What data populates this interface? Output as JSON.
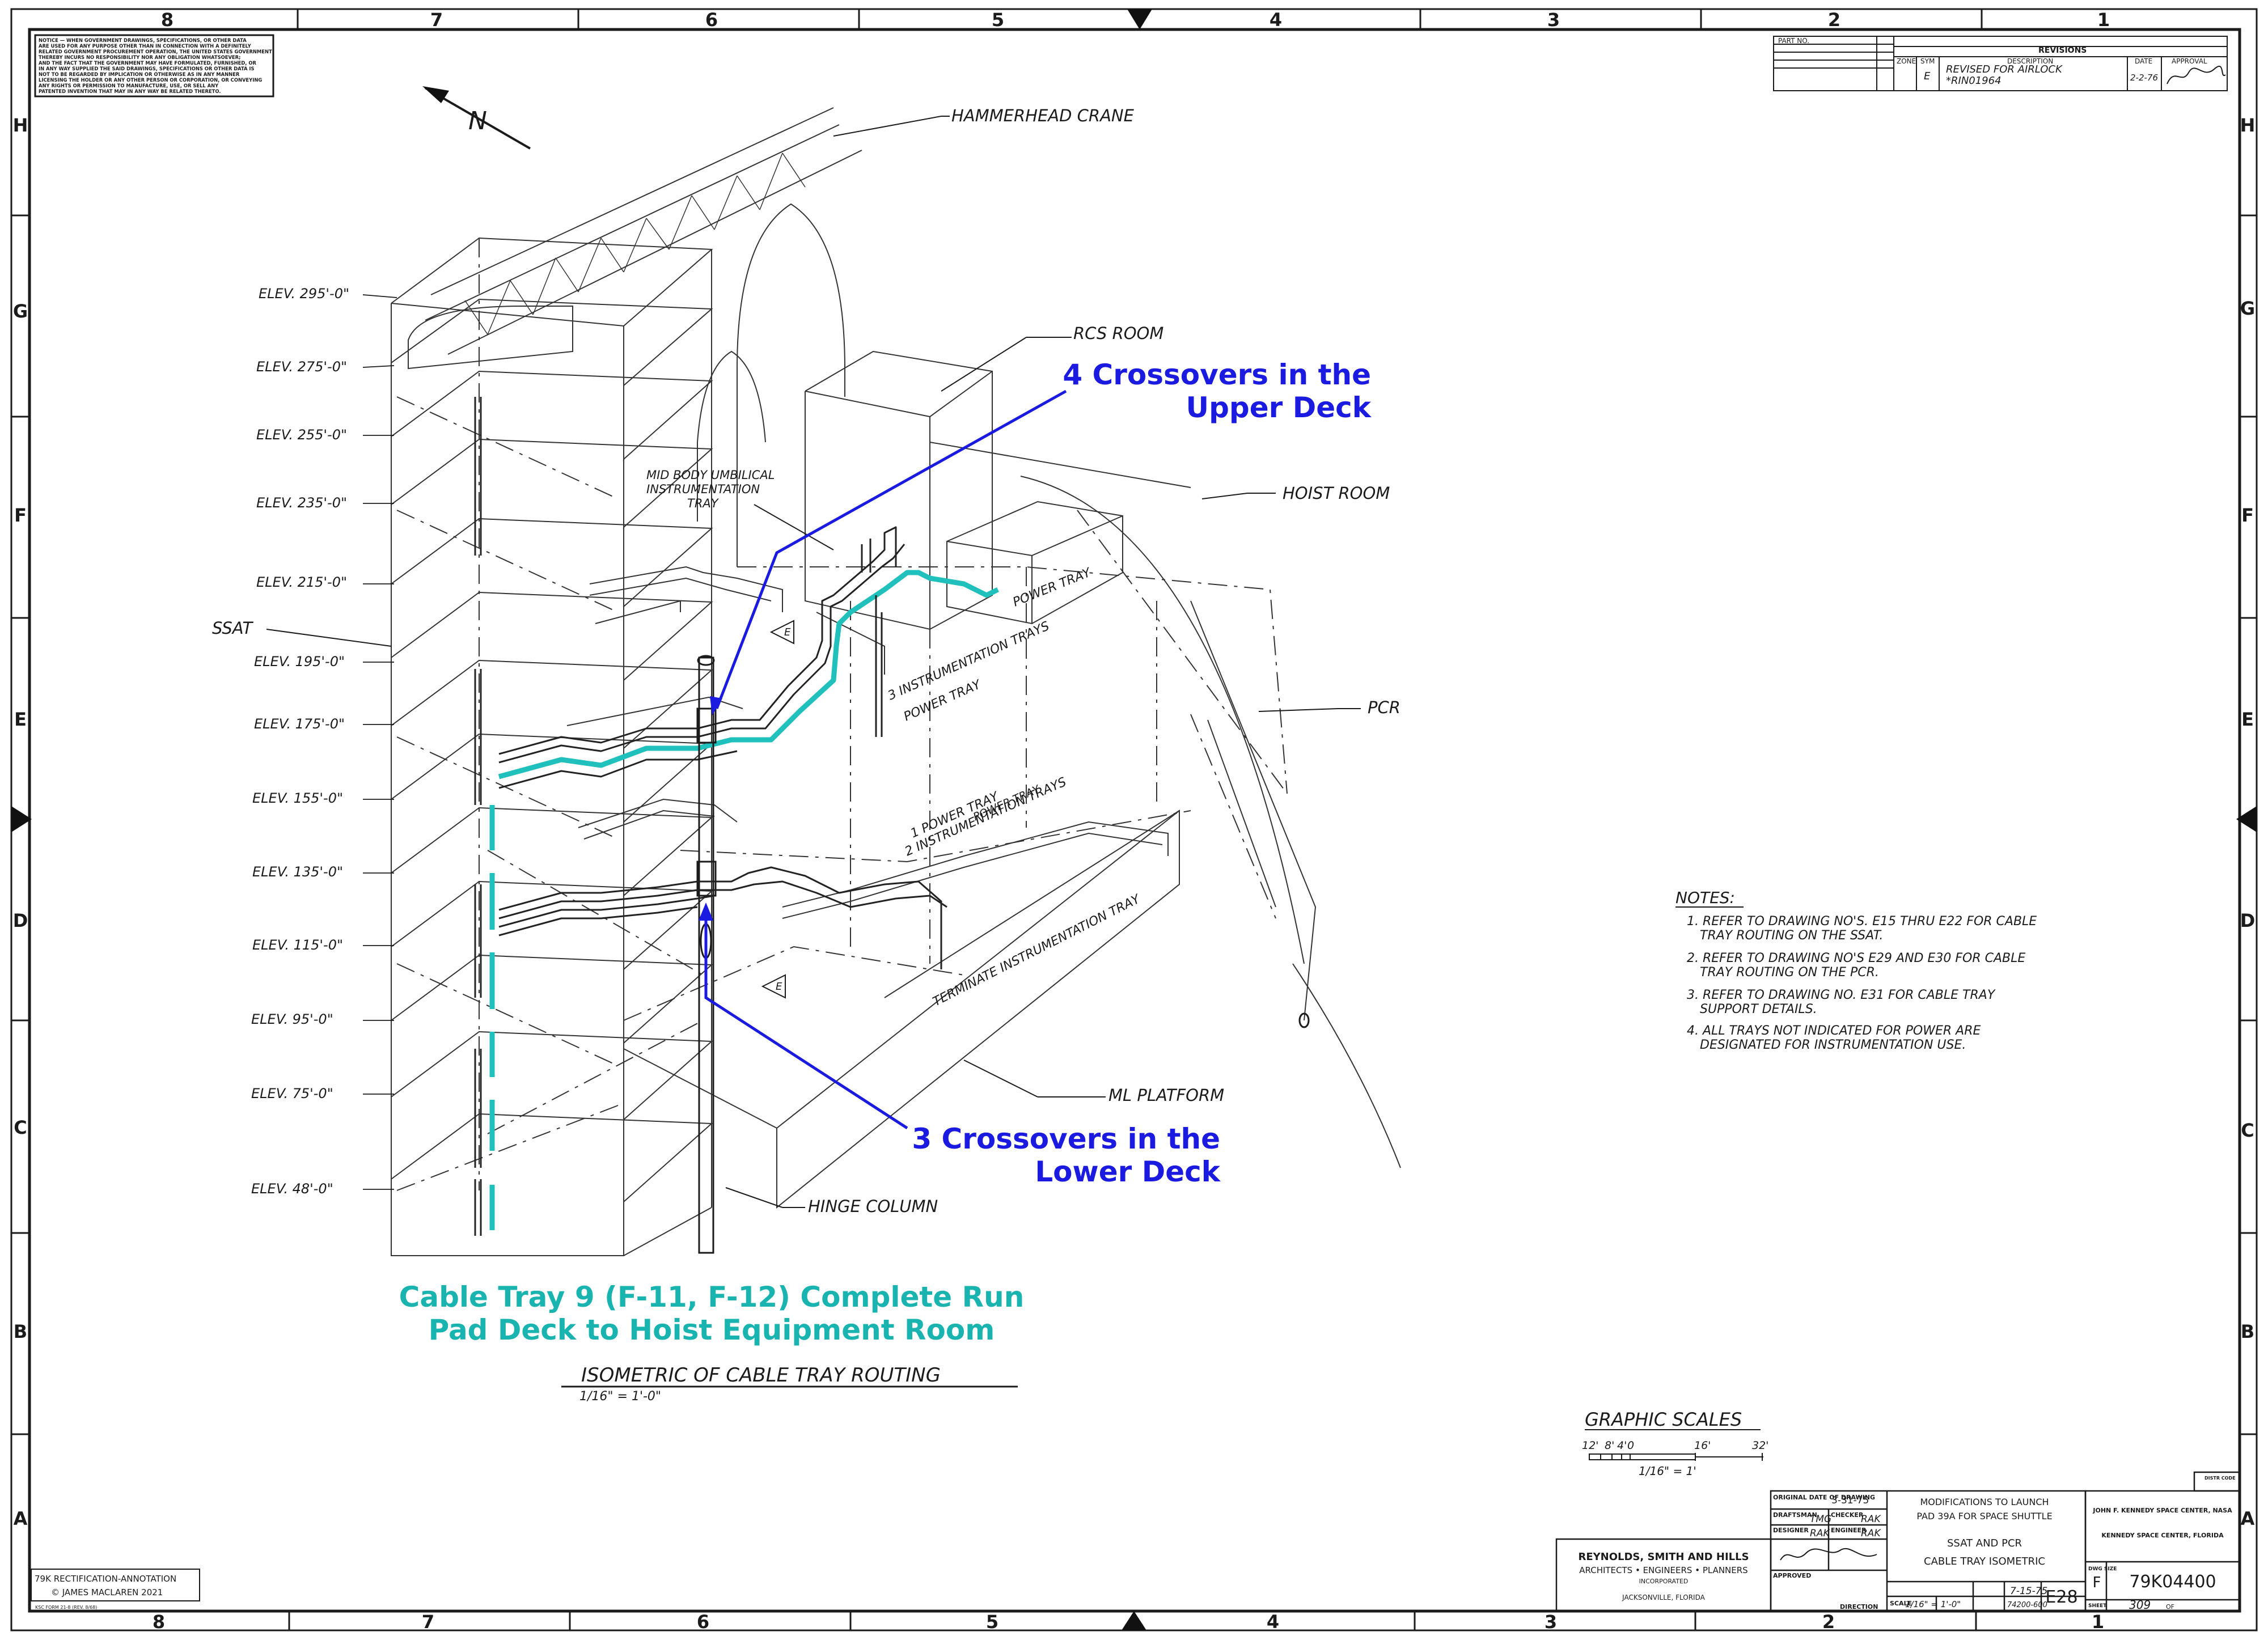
{
  "sheet": {
    "zone_columns_top": [
      "8",
      "7",
      "6",
      "5",
      "4",
      "3",
      "2",
      "1"
    ],
    "zone_columns_bottom": [
      "8",
      "7",
      "6",
      "5",
      "4",
      "3",
      "2",
      "1"
    ],
    "zone_rows_left": [
      "H",
      "G",
      "F",
      "E",
      "D",
      "C",
      "B",
      "A"
    ],
    "zone_rows_right": [
      "H",
      "G",
      "F",
      "E",
      "D",
      "C",
      "B",
      "A"
    ]
  },
  "notice_block": [
    "NOTICE — WHEN GOVERNMENT DRAWINGS, SPECIFICATIONS, OR OTHER DATA",
    "ARE USED FOR ANY PURPOSE OTHER THAN IN CONNECTION WITH A DEFINITELY",
    "RELATED GOVERNMENT PROCUREMENT OPERATION, THE UNITED STATES GOVERNMENT",
    "THEREBY INCURS NO RESPONSIBILITY NOR ANY OBLIGATION WHATSOEVER;",
    "AND THE FACT THAT THE GOVERNMENT MAY HAVE FORMULATED, FURNISHED, OR",
    "IN ANY WAY SUPPLIED THE SAID DRAWINGS, SPECIFICATIONS OR OTHER DATA IS",
    "NOT TO BE REGARDED BY IMPLICATION OR OTHERWISE AS IN ANY MANNER",
    "LICENSING THE HOLDER OR ANY OTHER PERSON OR CORPORATION, OR CONVEYING",
    "ANY RIGHTS OR PERMISSION TO MANUFACTURE, USE, OR SELL ANY",
    "PATENTED INVENTION THAT MAY IN ANY WAY BE RELATED THERETO."
  ],
  "north_arrow": "N",
  "elevations": [
    "ELEV. 295'-0\"",
    "ELEV. 275'-0\"",
    "ELEV. 255'-0\"",
    "ELEV. 235'-0\"",
    "ELEV. 215'-0\"",
    "ELEV. 195'-0\"",
    "ELEV. 175'-0\"",
    "ELEV. 155'-0\"",
    "ELEV. 135'-0\"",
    "ELEV. 115'-0\"",
    "ELEV. 95'-0\"",
    "ELEV. 75'-0\"",
    "ELEV. 48'-0\""
  ],
  "callouts": {
    "hammerhead": "HAMMERHEAD CRANE",
    "rcs": "RCS ROOM",
    "hoist": "HOIST ROOM",
    "pcr": "PCR",
    "ssat": "SSAT",
    "ml": "ML PLATFORM",
    "hinge": "HINGE COLUMN",
    "midbody": [
      "MID BODY UMBILICAL",
      "INSTRUMENTATION",
      "TRAY"
    ]
  },
  "tray_labels": {
    "power": "POWER TRAY",
    "upper_a": "3 INSTRUMENTATION TRAYS",
    "upper_b": "POWER TRAY",
    "mid_a": "1 POWER TRAY",
    "mid_b": "2 INSTRUMENTATION TRAYS",
    "mid_c": "POWER TRAY",
    "terminate": "TERMINATE INSTRUMENTATION TRAY",
    "e_tag": "E"
  },
  "annotations": {
    "upper": [
      "4 Crossovers in the",
      "Upper Deck"
    ],
    "lower": [
      "3 Crossovers in the",
      "Lower Deck"
    ],
    "cable_tray": [
      "Cable Tray 9 (F-11, F-12) Complete Run",
      "Pad Deck to Hoist Equipment Room"
    ]
  },
  "view_title": "ISOMETRIC OF CABLE TRAY ROUTING",
  "view_scale": "1/16\" = 1'-0\"",
  "notes": {
    "heading": "NOTES:",
    "lines": [
      "1. REFER TO DRAWING NO'S. E15 THRU E22 FOR CABLE",
      "TRAY ROUTING ON THE SSAT.",
      "2. REFER TO DRAWING NO'S E29 AND E30 FOR CABLE",
      "TRAY ROUTING ON THE PCR.",
      "3. REFER TO DRAWING NO. E31 FOR CABLE TRAY",
      "SUPPORT DETAILS.",
      "4. ALL TRAYS NOT INDICATED FOR POWER ARE",
      "DESIGNATED FOR INSTRUMENTATION USE."
    ]
  },
  "graphic_scales": {
    "title": "GRAPHIC SCALES",
    "ticks": [
      "12'",
      "8'",
      "4'",
      "0",
      "16'",
      "32'"
    ],
    "scale": "1/16\" = 1'"
  },
  "revisions": {
    "title": "REVISIONS",
    "headers": {
      "zone": "ZONE",
      "sym": "SYM",
      "description": "DESCRIPTION",
      "date": "DATE",
      "approval": "APPROVAL"
    },
    "part_no": "PART NO.",
    "row": {
      "sym": "E",
      "description": [
        "REVISED FOR AIRLOCK",
        "*RIN01964"
      ],
      "date": "2-2-76"
    }
  },
  "title_block": {
    "original_date_label": "ORIGINAL DATE OF DRAWING",
    "original_date": "3-31-75",
    "draftsman_label": "DRAFTSMAN",
    "draftsman": "TMG",
    "checker_label": "CHECKER",
    "checker": "RAK",
    "designer_label": "DESIGNER",
    "designer": "RAK",
    "engineer_label": "ENGINEER",
    "engineer": "RAK",
    "approved_label": "APPROVED",
    "approved_date": "7-15-75",
    "project": [
      "MODIFICATIONS TO LAUNCH",
      "PAD 39A FOR SPACE SHUTTLE"
    ],
    "title": [
      "SSAT AND PCR",
      "CABLE TRAY ISOMETRIC"
    ],
    "firm": [
      "REYNOLDS, SMITH AND HILLS",
      "ARCHITECTS • ENGINEERS • PLANNERS",
      "INCORPORATED",
      "JACKSONVILLE, FLORIDA"
    ],
    "agency": [
      "JOHN F. KENNEDY SPACE CENTER, NASA",
      "KENNEDY SPACE CENTER, FLORIDA"
    ],
    "direction_label": "DIRECTION",
    "scale_label": "SCALE",
    "scale": "1/16\" = 1'-0\"",
    "sheet_ref": "74200-600",
    "sheet_no": "E28",
    "size_label": "DWG SIZE",
    "size": "F",
    "drawing_no": "79K04400",
    "sheet_label": "SHEET",
    "sheet": "309",
    "of_label": "OF",
    "dist_code": "DISTR CODE"
  },
  "footer": {
    "rectification": [
      "79K RECTIFICATION-ANNOTATION",
      "© JAMES MACLAREN 2021"
    ],
    "form": "KSC FORM 21-8 (REV. 8/68)"
  }
}
